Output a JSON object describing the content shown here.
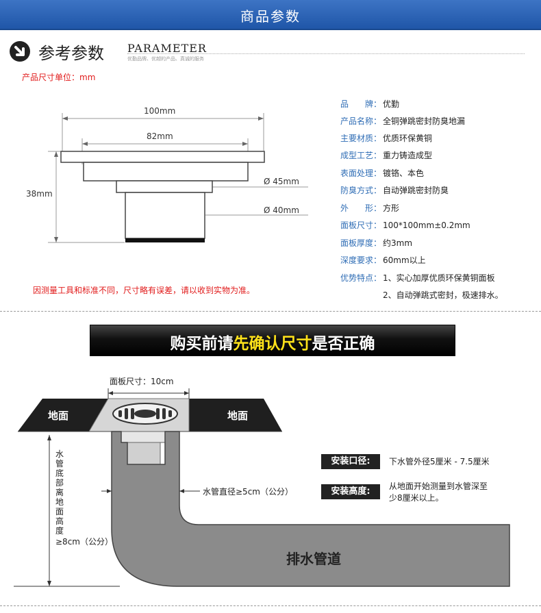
{
  "header": {
    "title": "商品参数"
  },
  "section": {
    "title_cn": "参考参数",
    "title_en": "PARAMETER",
    "subtitle": "优勤品牌、优越的产品、真诚的服务"
  },
  "unit_note": "产品尺寸单位：mm",
  "disclaimer": "因测量工具和标准不同，尺寸略有误差，请以收到实物为准。",
  "drawing": {
    "width_total": "100mm",
    "width_inner": "82mm",
    "height": "38mm",
    "dia_upper": "Ø 45mm",
    "dia_lower": "Ø 40mm"
  },
  "specs": [
    {
      "key": "品　　牌：",
      "value": "优勤"
    },
    {
      "key": "产品名称：",
      "value": "全铜弹跳密封防臭地漏"
    },
    {
      "key": "主要材质：",
      "value": "优质环保黄铜"
    },
    {
      "key": "成型工艺：",
      "value": "重力铸造成型"
    },
    {
      "key": "表面处理：",
      "value": "镀铬、本色"
    },
    {
      "key": "防臭方式：",
      "value": "自动弹跳密封防臭"
    },
    {
      "key": "外　　形：",
      "value": "方形"
    },
    {
      "key": "面板尺寸：",
      "value": "100*100mm±0.2mm"
    },
    {
      "key": "面板厚度：",
      "value": "约3mm"
    },
    {
      "key": "深度要求：",
      "value": "60mm以上"
    },
    {
      "key": "优势特点：",
      "value": "1、实心加厚优质环保黄铜面板"
    }
  ],
  "spec_extra": "2、自动弹跳式密封，极速排水。",
  "warning": {
    "prefix": "购买前请",
    "highlight": "先确认尺寸",
    "suffix": "是否正确"
  },
  "install": {
    "panel_size": "面板尺寸：10cm",
    "floor_left": "地面",
    "floor_right": "地面",
    "vertical_label": "水管底部离地面高度",
    "min_height": "≥8cm（公分）",
    "pipe_dia": "水管直径≥5cm（公分）",
    "drain_label": "排水管道",
    "caliber_tag": "安装口径:",
    "caliber_val": "下水管外径5厘米 - 7.5厘米",
    "height_tag": "安装高度:",
    "height_val_1": "从地面开始测量到水管深至",
    "height_val_2": "少8厘米以上。"
  },
  "colors": {
    "banner": "#2a62b5",
    "accent_blue": "#2f6db5",
    "red": "#e11b1b",
    "highlight": "#ffe21a"
  }
}
